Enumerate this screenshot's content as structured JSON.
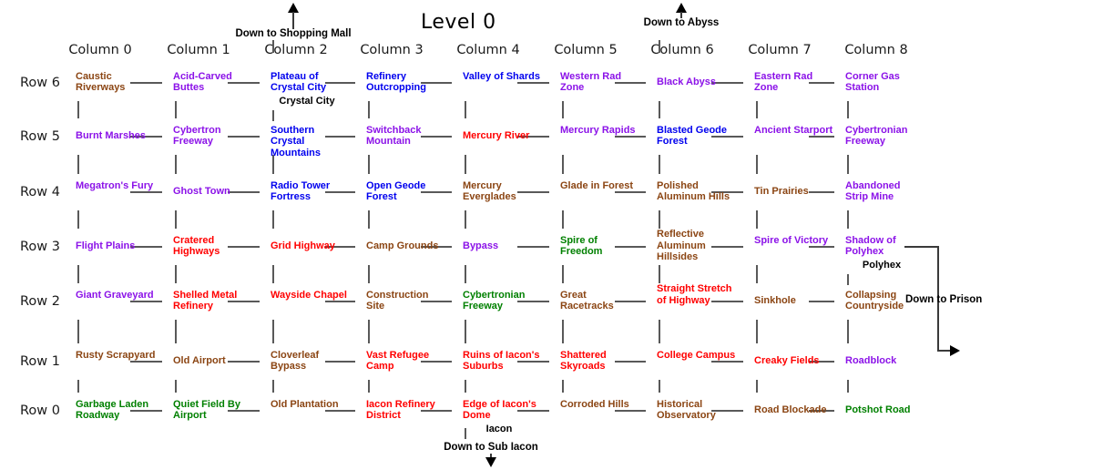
{
  "title": "Level 0",
  "palette": {
    "purple": "#8B12E8",
    "blue": "#0000EE",
    "red": "#FF0000",
    "brown": "#8B4513",
    "green": "#008000",
    "black": "#000000",
    "line": "#595959"
  },
  "columns": [
    {
      "label": "Column 0"
    },
    {
      "label": "Column 1"
    },
    {
      "label": "Column 2"
    },
    {
      "label": "Column 3"
    },
    {
      "label": "Column 4"
    },
    {
      "label": "Column 5"
    },
    {
      "label": "Column 6"
    },
    {
      "label": "Column 7"
    },
    {
      "label": "Column 8"
    }
  ],
  "rows": [
    {
      "label": "Row 6"
    },
    {
      "label": "Row 5"
    },
    {
      "label": "Row 4"
    },
    {
      "label": "Row 3"
    },
    {
      "label": "Row 2"
    },
    {
      "label": "Row 1"
    },
    {
      "label": "Row 0"
    }
  ],
  "grid": [
    [
      {
        "name": "Caustic Riverways",
        "color": "brown"
      },
      {
        "name": "Acid-Carved Buttes",
        "color": "purple"
      },
      {
        "name": "Plateau of Crystal City",
        "color": "blue",
        "sub": "Crystal City"
      },
      {
        "name": "Refinery Outcropping",
        "color": "blue"
      },
      {
        "name": "Valley of Shards",
        "color": "blue"
      },
      {
        "name": "Western Rad Zone",
        "color": "purple"
      },
      {
        "name": "Black Abyss",
        "color": "purple"
      },
      {
        "name": "Eastern Rad Zone",
        "color": "purple"
      },
      {
        "name": "Corner Gas Station",
        "color": "purple"
      }
    ],
    [
      {
        "name": "Burnt Marshes",
        "color": "purple"
      },
      {
        "name": "Cybertron Freeway",
        "color": "purple"
      },
      {
        "name": "Southern Crystal Mountains",
        "color": "blue"
      },
      {
        "name": "Switchback Mountain",
        "color": "purple"
      },
      {
        "name": "Mercury River",
        "color": "red"
      },
      {
        "name": "Mercury Rapids",
        "color": "purple"
      },
      {
        "name": "Blasted Geode Forest",
        "color": "blue"
      },
      {
        "name": "Ancient Starport",
        "color": "purple"
      },
      {
        "name": "Cybertronian Freeway",
        "color": "purple"
      }
    ],
    [
      {
        "name": "Megatron's Fury",
        "color": "purple"
      },
      {
        "name": "Ghost Town",
        "color": "purple"
      },
      {
        "name": "Radio Tower Fortress",
        "color": "blue"
      },
      {
        "name": "Open Geode Forest",
        "color": "blue"
      },
      {
        "name": "Mercury Everglades",
        "color": "brown"
      },
      {
        "name": "Glade in Forest",
        "color": "brown"
      },
      {
        "name": "Polished Aluminum Hills",
        "color": "brown"
      },
      {
        "name": "Tin Prairies",
        "color": "brown"
      },
      {
        "name": "Abandoned Strip Mine",
        "color": "purple"
      }
    ],
    [
      {
        "name": "Flight Plains",
        "color": "purple"
      },
      {
        "name": "Cratered Highways",
        "color": "red"
      },
      {
        "name": "Grid Highway",
        "color": "red"
      },
      {
        "name": "Camp Grounds",
        "color": "brown"
      },
      {
        "name": "Bypass",
        "color": "purple"
      },
      {
        "name": "Spire of Freedom",
        "color": "green"
      },
      {
        "name": "Reflective Aluminum Hillsides",
        "color": "brown"
      },
      {
        "name": "Spire of Victory",
        "color": "purple"
      },
      {
        "name": "Shadow of Polyhex",
        "color": "purple",
        "sub": "Polyhex"
      }
    ],
    [
      {
        "name": "Giant Graveyard",
        "color": "purple"
      },
      {
        "name": "Shelled Metal Refinery",
        "color": "red"
      },
      {
        "name": "Wayside Chapel",
        "color": "red"
      },
      {
        "name": "Construction Site",
        "color": "brown"
      },
      {
        "name": "Cybertronian Freeway",
        "color": "green"
      },
      {
        "name": "Great Racetracks",
        "color": "brown"
      },
      {
        "name": "Straight Stretch of Highway",
        "color": "red"
      },
      {
        "name": "Sinkhole",
        "color": "brown"
      },
      {
        "name": "Collapsing Countryside",
        "color": "brown"
      }
    ],
    [
      {
        "name": "Rusty Scrapyard",
        "color": "brown"
      },
      {
        "name": "Old Airport",
        "color": "brown"
      },
      {
        "name": "Cloverleaf Bypass",
        "color": "brown"
      },
      {
        "name": "Vast Refugee Camp",
        "color": "red"
      },
      {
        "name": "Ruins of Iacon's Suburbs",
        "color": "red"
      },
      {
        "name": "Shattered Skyroads",
        "color": "red"
      },
      {
        "name": "College Campus",
        "color": "red"
      },
      {
        "name": "Creaky Fields",
        "color": "red"
      },
      {
        "name": "Roadblock",
        "color": "purple"
      }
    ],
    [
      {
        "name": "Garbage Laden Roadway",
        "color": "green"
      },
      {
        "name": "Quiet Field By Airport",
        "color": "green"
      },
      {
        "name": "Old Plantation",
        "color": "brown"
      },
      {
        "name": "Iacon Refinery District",
        "color": "red"
      },
      {
        "name": "Edge of Iacon's Dome",
        "color": "red",
        "sub": "Iacon"
      },
      {
        "name": "Corroded Hills",
        "color": "brown"
      },
      {
        "name": "Historical Observatory",
        "color": "brown"
      },
      {
        "name": "Road Blockade",
        "color": "brown"
      },
      {
        "name": "Potshot Road",
        "color": "green"
      }
    ]
  ],
  "exits": [
    {
      "id": "shopping-mall",
      "label": "Down to Shopping Mall",
      "direction": "up"
    },
    {
      "id": "abyss",
      "label": "Down to Abyss",
      "direction": "up"
    },
    {
      "id": "sub-iacon",
      "label": "Down to Sub Iacon",
      "direction": "down"
    },
    {
      "id": "prison",
      "label": "Down to Prison",
      "direction": "right"
    }
  ]
}
